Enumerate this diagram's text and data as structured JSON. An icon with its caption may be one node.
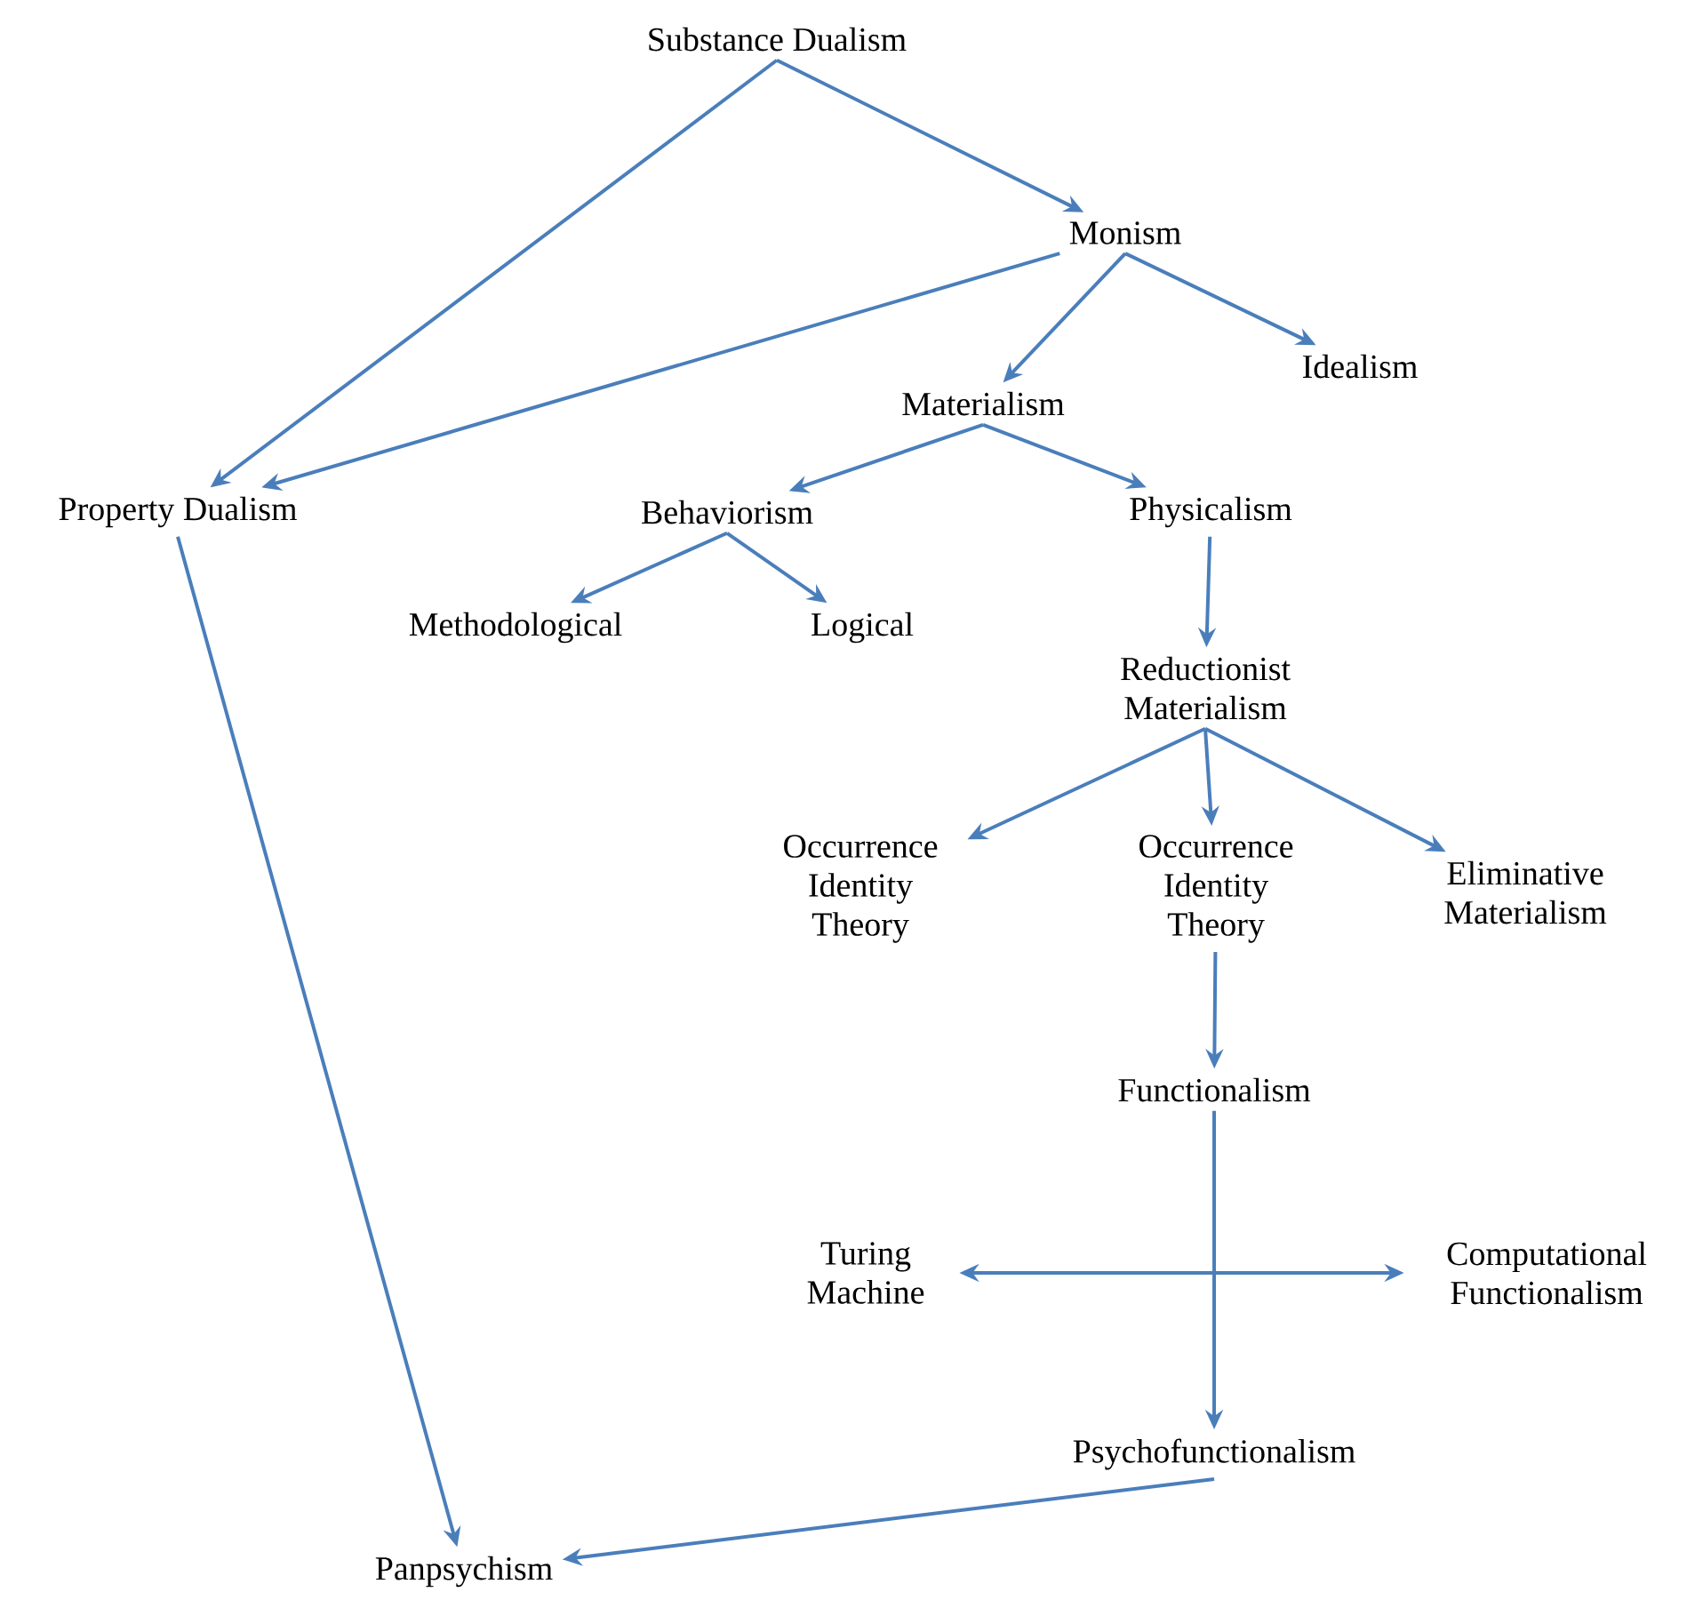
{
  "diagram": {
    "nodes": [
      {
        "text": [
          "Substance Dualism"
        ]
      },
      {
        "text": [
          "Monism"
        ]
      },
      {
        "text": [
          "Idealism"
        ]
      },
      {
        "text": [
          "Materialism"
        ]
      },
      {
        "text": [
          "Property Dualism"
        ]
      },
      {
        "text": [
          "Behaviorism"
        ]
      },
      {
        "text": [
          "Physicalism"
        ]
      },
      {
        "text": [
          "Methodological"
        ]
      },
      {
        "text": [
          "Logical"
        ]
      },
      {
        "text": [
          "Reductionist Materialism"
        ]
      },
      {
        "text": [
          "Occurrence Identity Theory"
        ]
      },
      {
        "text": [
          "Occurrence Identity Theory"
        ]
      },
      {
        "text": [
          "Eliminative Materialism"
        ]
      },
      {
        "text": [
          "Functionalism"
        ]
      },
      {
        "text": [
          "Turing Machine"
        ]
      },
      {
        "text": [
          "Computational Functionalism"
        ]
      },
      {
        "text": [
          "Psychofunctionalism"
        ]
      },
      {
        "text": [
          "Panpsychism"
        ]
      }
    ],
    "edges": [
      {
        "from": 0,
        "to": 1,
        "arrow": "to"
      },
      {
        "from": 0,
        "to": 4,
        "arrow": "to"
      },
      {
        "from": 1,
        "to": 4,
        "arrow": "to"
      },
      {
        "from": 1,
        "to": 3,
        "arrow": "to"
      },
      {
        "from": 1,
        "to": 2,
        "arrow": "to"
      },
      {
        "from": 3,
        "to": 5,
        "arrow": "to"
      },
      {
        "from": 3,
        "to": 6,
        "arrow": "to"
      },
      {
        "from": 5,
        "to": 7,
        "arrow": "to"
      },
      {
        "from": 5,
        "to": 8,
        "arrow": "to"
      },
      {
        "from": 6,
        "to": 9,
        "arrow": "to"
      },
      {
        "from": 9,
        "to": 10,
        "arrow": "to"
      },
      {
        "from": 9,
        "to": 11,
        "arrow": "to"
      },
      {
        "from": 9,
        "to": 12,
        "arrow": "to"
      },
      {
        "from": 11,
        "to": 13,
        "arrow": "to"
      },
      {
        "from": 13,
        "to": 16,
        "arrow": "to"
      },
      {
        "from": 14,
        "to": 15,
        "arrow": "both"
      },
      {
        "from": 4,
        "to": 17,
        "arrow": "to"
      },
      {
        "from": 16,
        "to": 17,
        "arrow": "to"
      }
    ]
  }
}
